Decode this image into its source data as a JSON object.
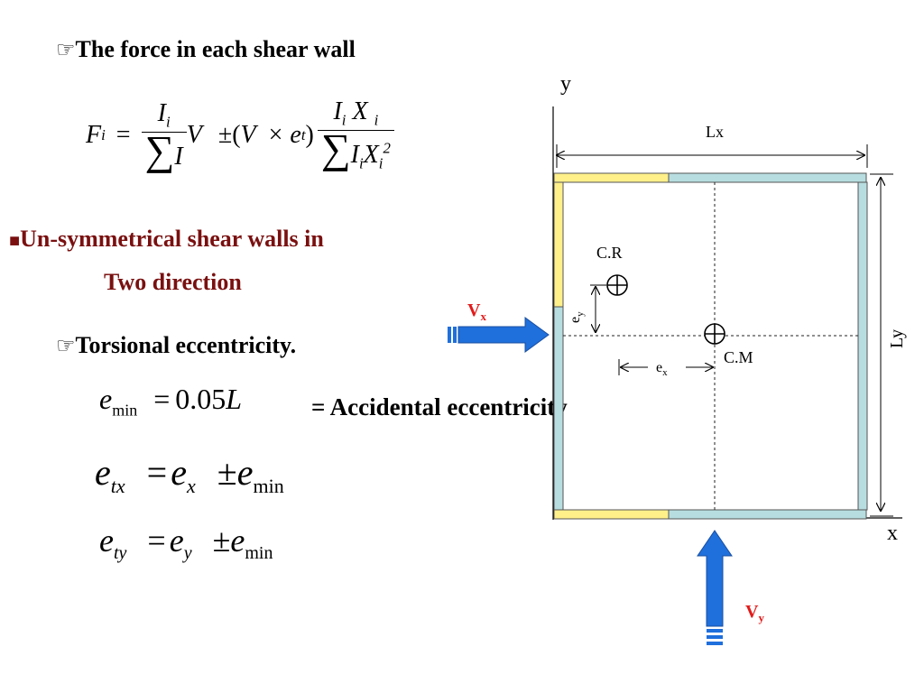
{
  "heading1": {
    "icon": "hand-pointer-icon",
    "text": "The force in each shear wall"
  },
  "formula1": {
    "lhs": "F",
    "lhs_sub": "i",
    "eq": "=",
    "t1_num": "I",
    "t1_num_sub": "i",
    "t1_den_sigma": "∑",
    "t1_den": "I",
    "t1_factor": "V",
    "pm": "±",
    "paren_open": "(",
    "V": "V",
    "times": "×",
    "e": "e",
    "e_sub": "t",
    "paren_close": ")",
    "t2_num_I": "I",
    "t2_num_I_sub": "i",
    "t2_num_X": "X",
    "t2_num_X_sub": "i",
    "t2_den_sigma": "∑",
    "t2_den_I": "I",
    "t2_den_I_sub": "i",
    "t2_den_X": "X",
    "t2_den_X_sub": "i",
    "t2_den_X_sup": "2"
  },
  "heading2": {
    "bullet": "■",
    "line1": "Un-symmetrical shear walls in",
    "line2": "Two direction"
  },
  "heading3": {
    "icon": "hand-pointer-icon",
    "text": "Torsional eccentricity."
  },
  "formula2": {
    "e": "e",
    "sub": "min",
    "eq": "=",
    "rhs": "0.05",
    "L": "L",
    "note": "= Accidental eccentricity"
  },
  "formula3": {
    "e": "e",
    "sub": "tx",
    "eq": "=",
    "e2": "e",
    "sub2": "x",
    "pm": "±",
    "e3": "e",
    "sub3": "min"
  },
  "formula4": {
    "e": "e",
    "sub": "ty",
    "eq": "=",
    "e2": "e",
    "sub2": "y",
    "pm": "±",
    "e3": "e",
    "sub3": "min"
  },
  "diagram": {
    "axis_y": "y",
    "axis_x": "x",
    "dim_lx": "Lx",
    "dim_ly": "Ly",
    "cr": "C.R",
    "cm": "C.M",
    "ey": "e",
    "ey_sub": "y",
    "ex": "e",
    "ex_sub": "x",
    "vx": "V",
    "vx_sub": "x",
    "vy": "V",
    "vy_sub": "y",
    "colors": {
      "wall_light_blue": "#b7dde0",
      "wall_yellow": "#fff08a",
      "arrow_blue": "#1f6fdc",
      "force_red": "#e21b1b",
      "heading_maroon": "#7a1010"
    }
  }
}
